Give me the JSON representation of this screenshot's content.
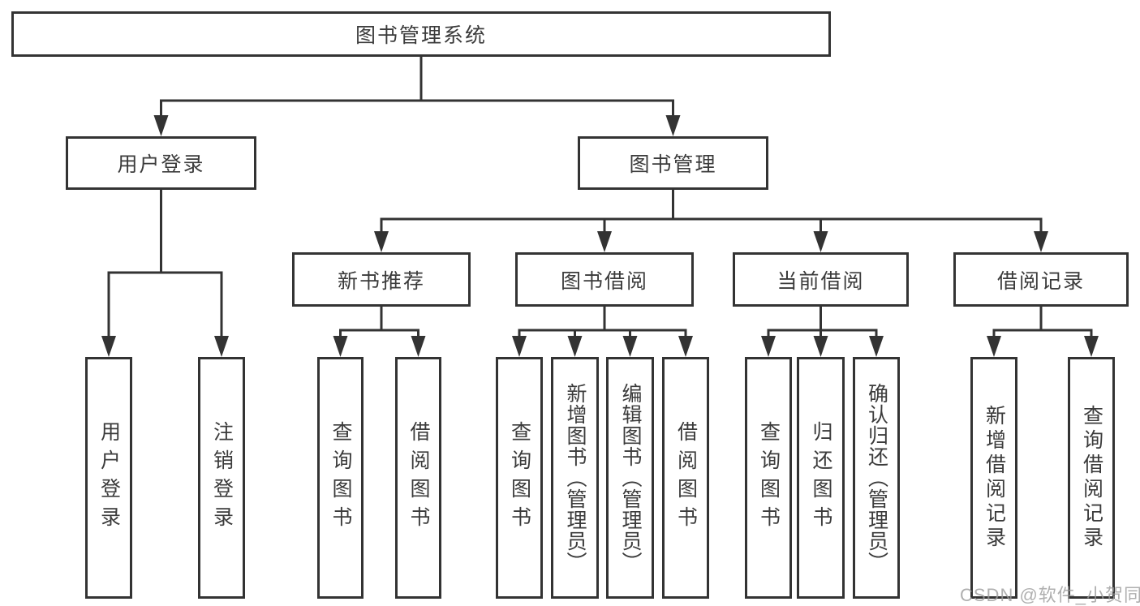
{
  "diagram": {
    "title": "图书管理系统",
    "root": {
      "label": "图书管理系统"
    },
    "branches": [
      {
        "label": "用户登录",
        "children": [
          {
            "label": "用户登录"
          },
          {
            "label": "注销登录"
          }
        ]
      },
      {
        "label": "图书管理",
        "children": [
          {
            "label": "新书推荐",
            "children": [
              {
                "label": "查询图书"
              },
              {
                "label": "借阅图书"
              }
            ]
          },
          {
            "label": "图书借阅",
            "children": [
              {
                "label": "查询图书"
              },
              {
                "label": "新增图书（管理员）"
              },
              {
                "label": "编辑图书（管理员）"
              },
              {
                "label": "借阅图书"
              }
            ]
          },
          {
            "label": "当前借阅",
            "children": [
              {
                "label": "查询图书"
              },
              {
                "label": "归还图书"
              },
              {
                "label": "确认归还（管理员）"
              }
            ]
          },
          {
            "label": "借阅记录",
            "children": [
              {
                "label": "新增借阅记录"
              },
              {
                "label": "查询借阅记录"
              }
            ]
          }
        ]
      }
    ]
  },
  "watermark": "CSDN @软件_小贺同学",
  "colors": {
    "line": "#333333",
    "border": "#333333",
    "node_background": "#ffffff",
    "text": "#3b3b3b",
    "watermark": "#9c9c9c",
    "page_background": "#ffffff"
  }
}
